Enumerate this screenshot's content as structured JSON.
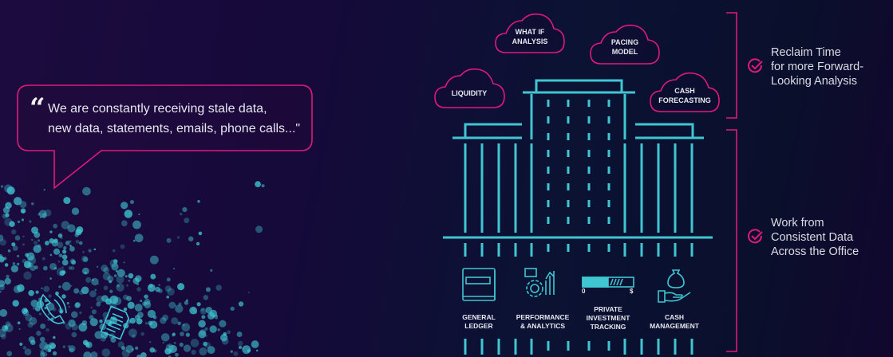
{
  "quote": {
    "mark": "“",
    "text": "We are constantly receiving stale data,\nnew data, statements, emails, phone calls...\""
  },
  "clouds": [
    {
      "id": "what-if",
      "label": "WHAT IF\nANALYSIS"
    },
    {
      "id": "pacing",
      "label": "PACING\nMODEL"
    },
    {
      "id": "liquidity",
      "label": "LIQUIDITY"
    },
    {
      "id": "cash-forecasting",
      "label": "CASH\nFORECASTING"
    }
  ],
  "modules": [
    {
      "label": "GENERAL\nLEDGER",
      "icon": "ledger-book-icon"
    },
    {
      "label": "PERFORMANCE\n& ANALYTICS",
      "icon": "gear-chart-icon"
    },
    {
      "label": "PRIVATE\nINVESTMENT\nTRACKING",
      "icon": "progress-bar-icon",
      "scale_min": "0",
      "scale_max": "$"
    },
    {
      "label": "CASH\nMANAGEMENT",
      "icon": "hand-money-bag-icon"
    }
  ],
  "benefits": [
    {
      "text": "Reclaim Time\nfor more Forward-\nLooking Analysis",
      "icon": "check-circle-icon"
    },
    {
      "text": "Work from\nConsistent Data\nAcross the Office",
      "icon": "check-circle-icon"
    }
  ],
  "colors": {
    "accent_cyan": "#3fc6d2",
    "accent_pink": "#e0197d",
    "text": "#e4e4ee"
  }
}
